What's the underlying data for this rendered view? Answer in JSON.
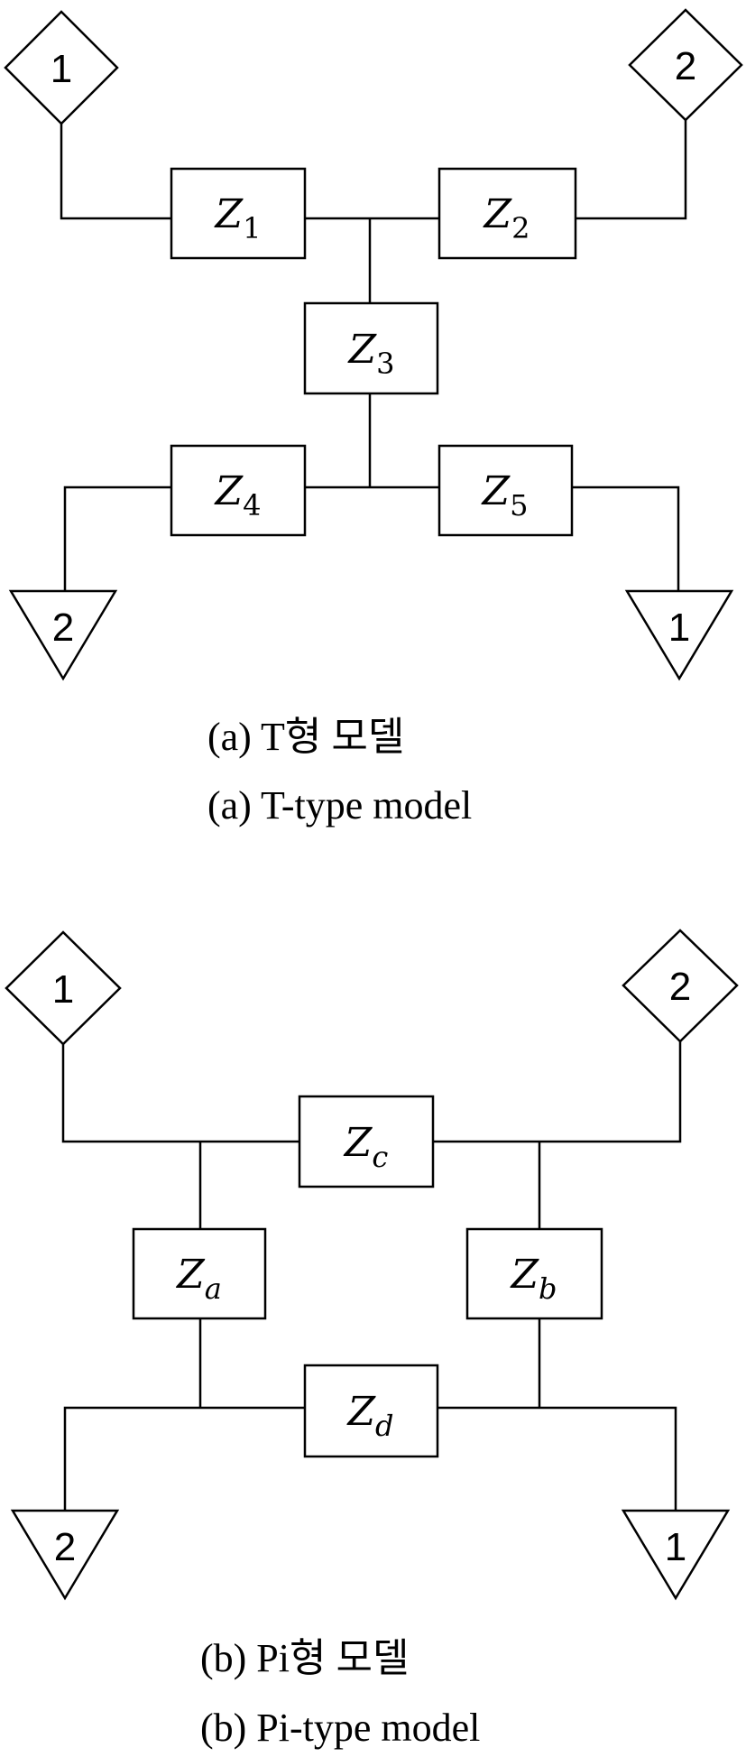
{
  "t_model": {
    "ports": {
      "top_left": "1",
      "top_right": "2",
      "bottom_left": "2",
      "bottom_right": "1"
    },
    "impedances": {
      "z1": {
        "base": "Z",
        "sub": "1"
      },
      "z2": {
        "base": "Z",
        "sub": "2"
      },
      "z3": {
        "base": "Z",
        "sub": "3"
      },
      "z4": {
        "base": "Z",
        "sub": "4"
      },
      "z5": {
        "base": "Z",
        "sub": "5"
      }
    },
    "caption_ko": "(a) T형 모델",
    "caption_en": "(a) T-type model"
  },
  "pi_model": {
    "ports": {
      "top_left": "1",
      "top_right": "2",
      "bottom_left": "2",
      "bottom_right": "1"
    },
    "impedances": {
      "zc": {
        "base": "Z",
        "sub": "c"
      },
      "za": {
        "base": "Z",
        "sub": "a"
      },
      "zb": {
        "base": "Z",
        "sub": "b"
      },
      "zd": {
        "base": "Z",
        "sub": "d"
      }
    },
    "caption_ko": "(b) Pi형 모델",
    "caption_en": "(b) Pi-type model"
  }
}
